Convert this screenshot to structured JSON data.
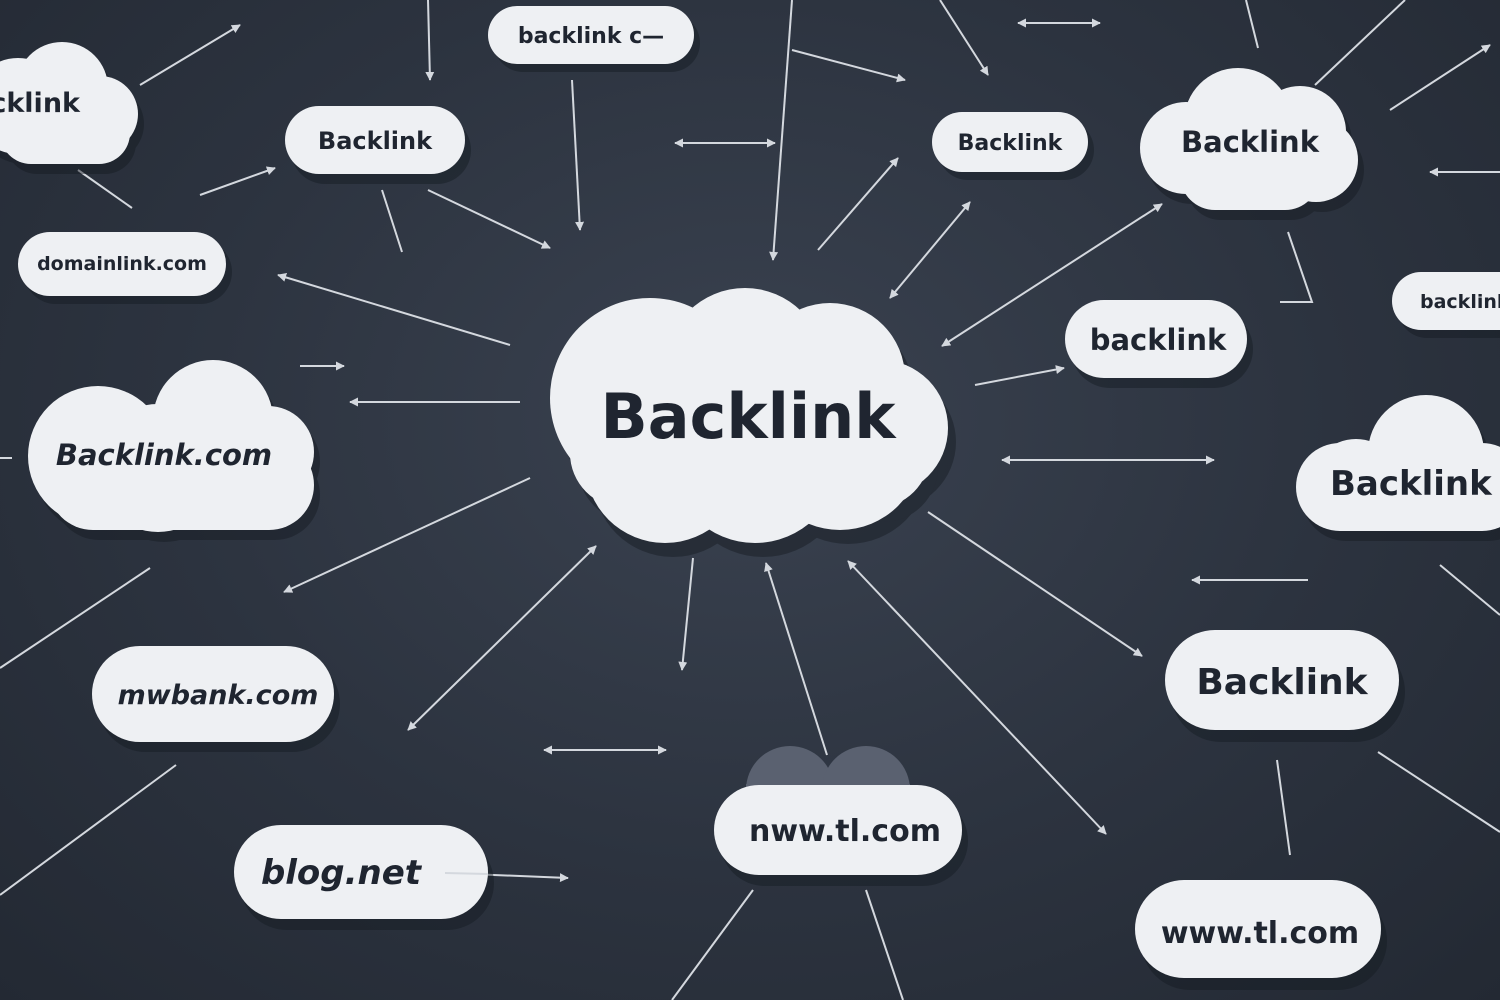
{
  "center": {
    "label": "Backlink"
  },
  "nodes": [
    {
      "id": "n01",
      "label": "cklink",
      "shape": "cloud"
    },
    {
      "id": "n02",
      "label": "backlink c—",
      "shape": "pill"
    },
    {
      "id": "n03",
      "label": "Backlink",
      "shape": "pill"
    },
    {
      "id": "n04",
      "label": "Backlink",
      "shape": "pill"
    },
    {
      "id": "n05",
      "label": "Backlink",
      "shape": "cloud"
    },
    {
      "id": "n06",
      "label": "domainlink.com",
      "shape": "pill"
    },
    {
      "id": "n07",
      "label": "backlink",
      "shape": "pill"
    },
    {
      "id": "n08",
      "label": "backlink",
      "shape": "pill"
    },
    {
      "id": "n09",
      "label": "Backlink.com",
      "shape": "cloud"
    },
    {
      "id": "n10",
      "label": "Backlink",
      "shape": "cloud"
    },
    {
      "id": "n11",
      "label": "mwbank.com",
      "shape": "pill"
    },
    {
      "id": "n12",
      "label": "Backlink",
      "shape": "pill"
    },
    {
      "id": "n13",
      "label": "nww.tl.com",
      "shape": "pill"
    },
    {
      "id": "n14",
      "label": "blog.net",
      "shape": "pill"
    },
    {
      "id": "n15",
      "label": "www.tl.com",
      "shape": "pill"
    }
  ],
  "colors": {
    "background": "#2c333f",
    "node_fill": "#eef0f3",
    "text": "#1f2530",
    "connector": "#d4d8de"
  }
}
